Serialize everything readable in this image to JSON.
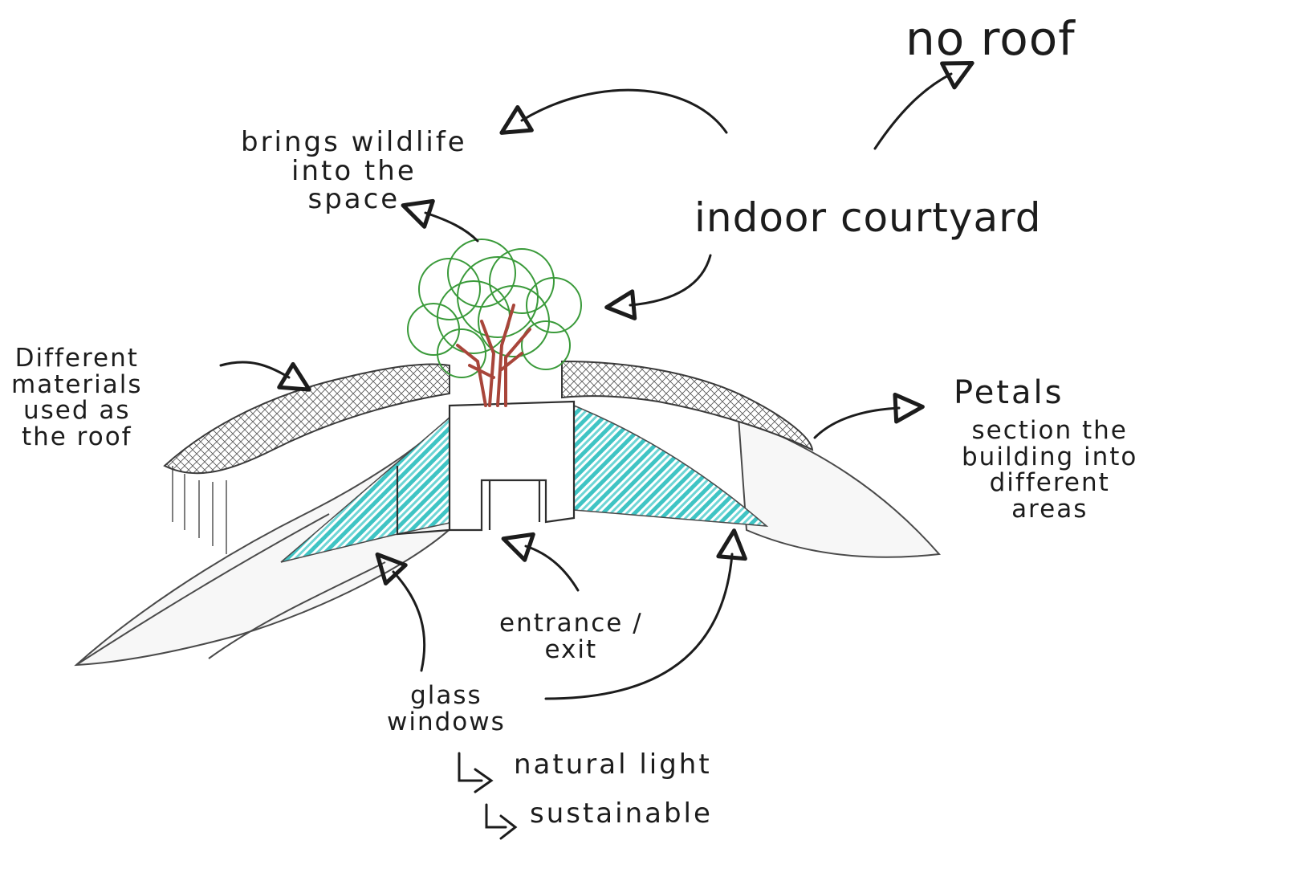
{
  "labels": {
    "no_roof": "no roof",
    "indoor_courtyard": "indoor courtyard",
    "brings_wildlife": [
      "brings wildlife",
      "into the",
      "space"
    ],
    "different_materials": [
      "Different",
      "materials",
      "used as",
      "the roof"
    ],
    "petals": "Petals",
    "petals_desc": [
      "section the",
      "building into",
      "different",
      "areas"
    ],
    "entrance": [
      "entrance /",
      "exit"
    ],
    "glass_windows": [
      "glass",
      "windows"
    ],
    "natural_light": "natural light",
    "sustainable": "sustainable"
  },
  "colors": {
    "ink": "#1c1c1c",
    "pencil": "#4a4a4a",
    "glass": "#3fc4c4",
    "tree_canopy": "#3a9a3a",
    "tree_trunk": "#a8453a"
  },
  "icons": [
    "arrow-icon",
    "tree-icon",
    "building-sketch"
  ]
}
